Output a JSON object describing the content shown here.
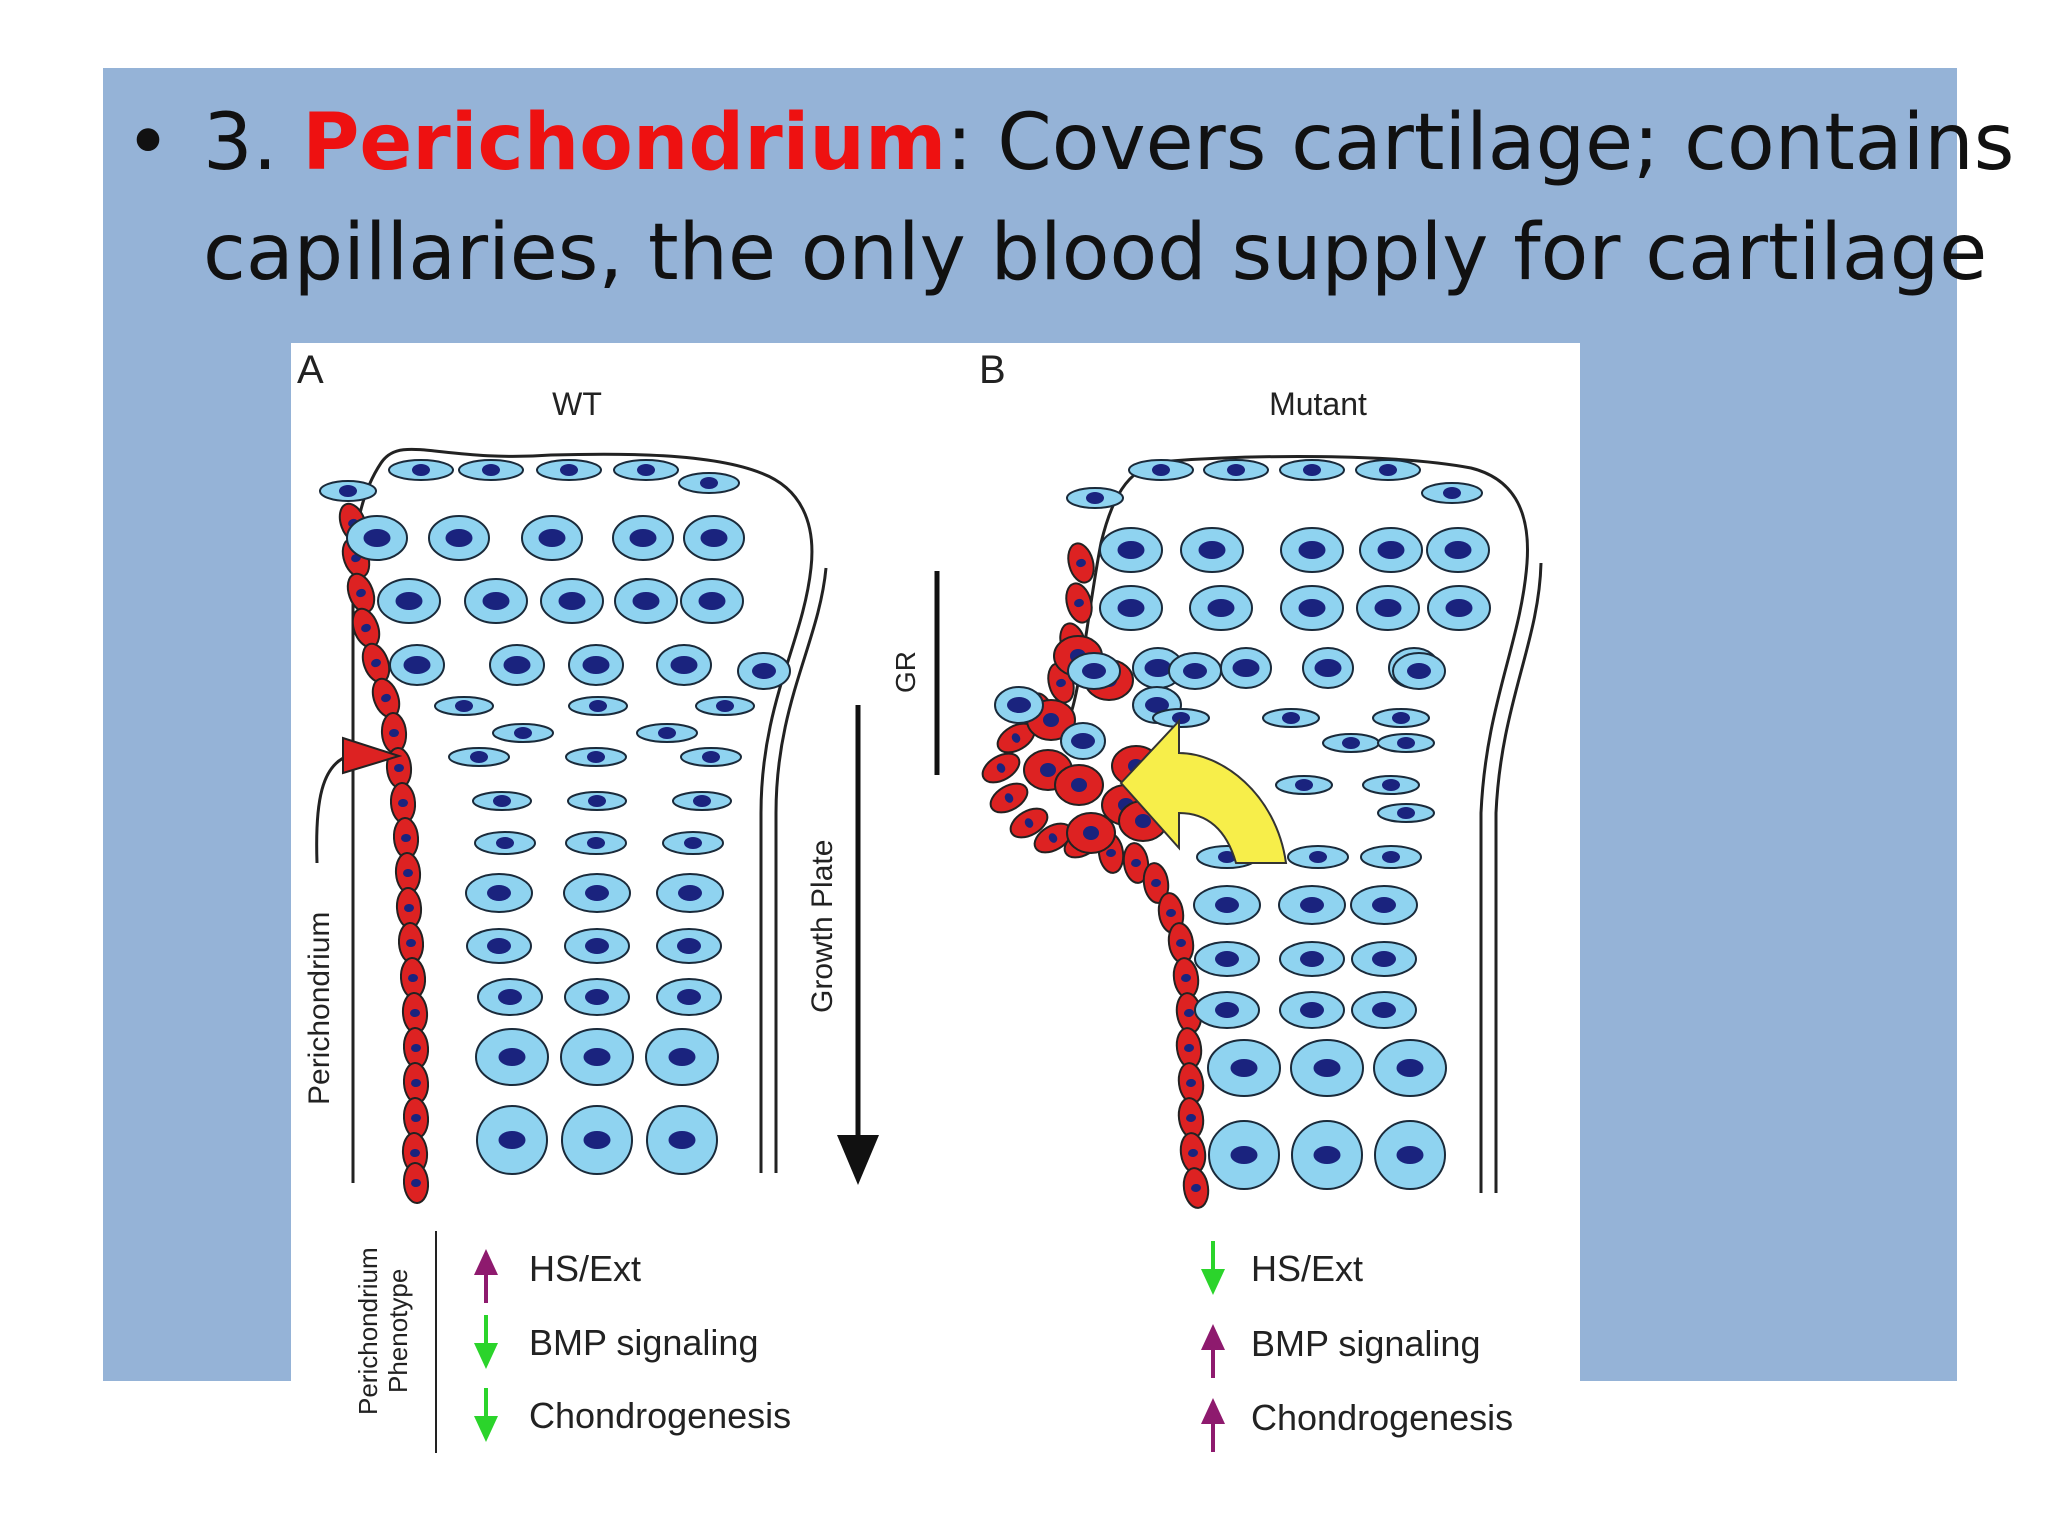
{
  "slide": {
    "bullet_symbol": "•",
    "line1_number": "3.",
    "line1_term": "Perichondrium",
    "line1_rest": ": Covers cartilage; contains",
    "line2": "capillaries, the only blood supply for cartilage"
  },
  "figure": {
    "panel_a": {
      "letter": "A",
      "title": "WT",
      "perichondrium_label": "Perichondrium",
      "growth_plate_label": "Growth Plate",
      "gr_label": "GR",
      "phenotype_label_line1": "Perichondrium",
      "phenotype_label_line2": "Phenotype",
      "legend": [
        {
          "label": "HS/Ext",
          "direction": "up"
        },
        {
          "label": "BMP signaling",
          "direction": "down"
        },
        {
          "label": "Chondrogenesis",
          "direction": "down"
        }
      ]
    },
    "panel_b": {
      "letter": "B",
      "title": "Mutant",
      "legend": [
        {
          "label": "HS/Ext",
          "direction": "down"
        },
        {
          "label": "BMP signaling",
          "direction": "up"
        },
        {
          "label": "Chondrogenesis",
          "direction": "up"
        }
      ]
    },
    "colors": {
      "cell_fill": "#8fd3f0",
      "cell_nucleus": "#1a237e",
      "perichondrium_cell": "#dd2222",
      "up_arrow": "#8e1a6e",
      "down_arrow": "#2bd42b",
      "invasion_arrow": "#f7ee4a",
      "marker_arrow": "#dd2222",
      "slide_background": "#95b3d7",
      "highlight_text": "#ee1111"
    }
  }
}
